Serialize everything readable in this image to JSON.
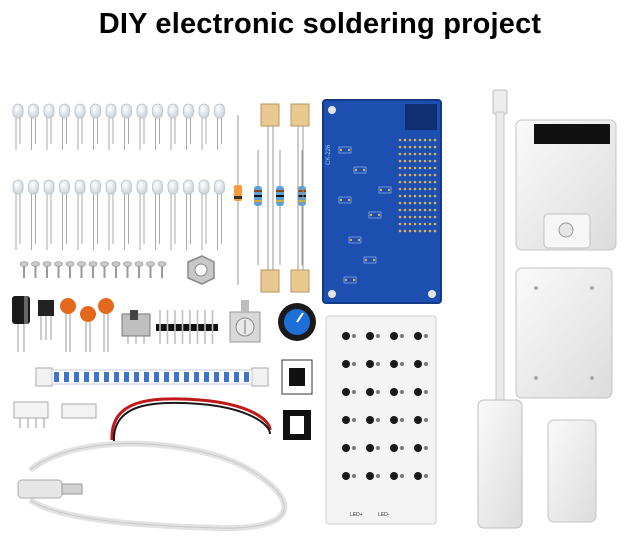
{
  "title": "DIY electronic soldering project",
  "pcb_marks": {
    "board_label": "CK-226",
    "led_plus": "LED+",
    "led_minus": "LED-"
  },
  "colors": {
    "pcb_blue": "#1c4fb0",
    "led_board": "#f4f4f4",
    "resistor_body": "#5ea0d6",
    "capacitor_orange": "#e36a1d",
    "knob_blue": "#1f6fd8",
    "wire_red": "#c21818",
    "enclosure": "#eeeeee"
  }
}
